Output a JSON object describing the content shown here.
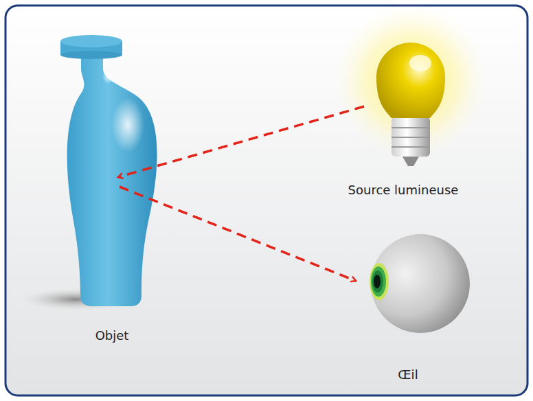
{
  "diagram": {
    "labels": [
      "Source lumineuse",
      "Objet",
      "Œil"
    ]
  }
}
